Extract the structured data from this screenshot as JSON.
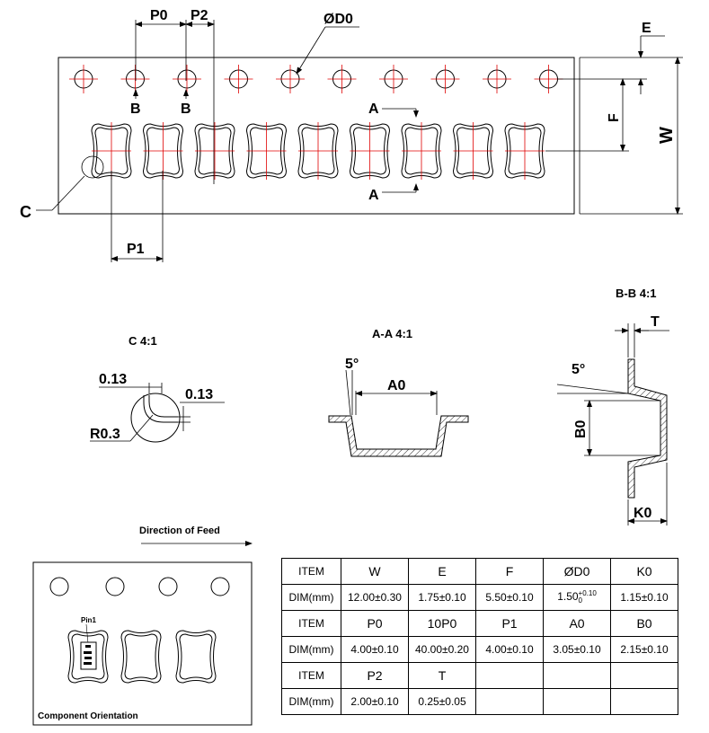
{
  "top_view": {
    "labels": {
      "p0": "P0",
      "p2": "P2",
      "d0": "ØD0",
      "e": "E",
      "f": "F",
      "w": "W",
      "b_left": "B",
      "b_right": "B",
      "a_top": "A",
      "a_bottom": "A",
      "c": "C",
      "p1": "P1"
    }
  },
  "detail_c": {
    "title": "C  4:1",
    "dim_top": "0.13",
    "dim_right": "0.13",
    "radius": "R0.3"
  },
  "section_aa": {
    "title": "A-A 4:1",
    "angle": "5°",
    "width": "A0"
  },
  "section_bb": {
    "title": "B-B 4:1",
    "thickness": "T",
    "angle": "5°",
    "height": "B0",
    "depth": "K0"
  },
  "feed": {
    "label": "Direction of Feed"
  },
  "orientation": {
    "pin_label": "Pin1",
    "caption": "Component Orientation"
  },
  "spec_table": {
    "rows": [
      {
        "label": "ITEM",
        "cells": [
          "W",
          "E",
          "F",
          "ØD0",
          "K0"
        ]
      },
      {
        "label": "DIM(mm)",
        "cells": [
          "12.00±0.30",
          "1.75±0.10",
          "5.50±0.10",
          "",
          "1.15±0.10"
        ]
      },
      {
        "label": "ITEM",
        "cells": [
          "P0",
          "10P0",
          "P1",
          "A0",
          "B0"
        ]
      },
      {
        "label": "DIM(mm)",
        "cells": [
          "4.00±0.10",
          "40.00±0.20",
          "4.00±0.10",
          "3.05±0.10",
          "2.15±0.10"
        ]
      },
      {
        "label": "ITEM",
        "cells": [
          "P2",
          "T",
          "",
          "",
          ""
        ]
      },
      {
        "label": "DIM(mm)",
        "cells": [
          "2.00±0.10",
          "0.25±0.05",
          "",
          "",
          ""
        ]
      }
    ],
    "d0_value": {
      "base": "1.50",
      "sup": "+0.10",
      "sub": "0"
    }
  }
}
